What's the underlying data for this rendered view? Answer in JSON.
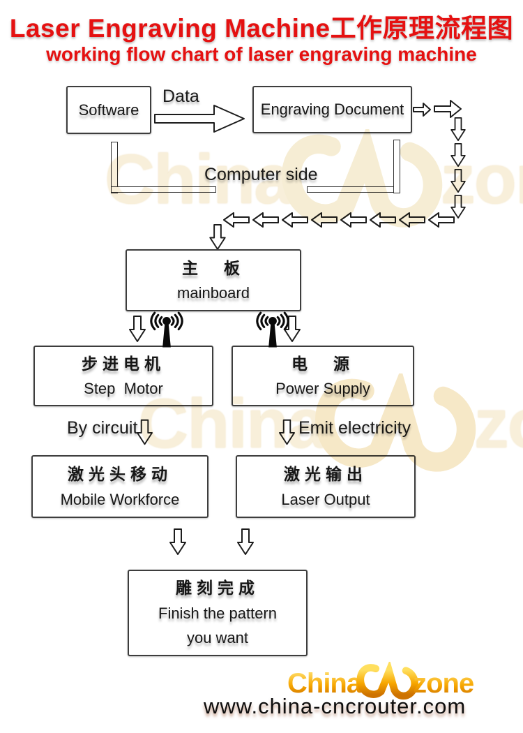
{
  "title": "Laser Engraving Machine工作原理流程图",
  "subtitle": "working flow chart of laser engraving machine",
  "colors": {
    "title_red": "#e51111",
    "box_border": "#3d3d3d",
    "arrow_outline": "#1c1c1c",
    "watermark_cream": "#f8efd8",
    "logo_orange": "#f7a600"
  },
  "flow": {
    "software": {
      "en": "Software"
    },
    "data_label": "Data",
    "engraving_document": {
      "en": "Engraving Document"
    },
    "computer_side_label": "Computer side",
    "mainboard": {
      "cn": "主　板",
      "en": "mainboard"
    },
    "step_motor": {
      "cn": "步进电机",
      "en": "Step  Motor"
    },
    "power_supply": {
      "cn": "电　源",
      "en": "Power Supply"
    },
    "by_circuit_label": "By circuit",
    "emit_electricity_label": "Emit electricity",
    "mobile_workforce": {
      "cn": "激光头移动",
      "en": "Mobile Workforce"
    },
    "laser_output": {
      "cn": "激光输出",
      "en": "Laser Output"
    },
    "finish": {
      "cn": "雕刻完成",
      "en_line1": "Finish the pattern",
      "en_line2": "you want"
    }
  },
  "arrows": {
    "left_row_count": 8,
    "down_column_count": 4
  },
  "watermark": {
    "china": "China",
    "zone": "zone"
  },
  "footer": {
    "logo_china": "China",
    "logo_zone": "zone",
    "url": "www.china-cncrouter.com"
  }
}
